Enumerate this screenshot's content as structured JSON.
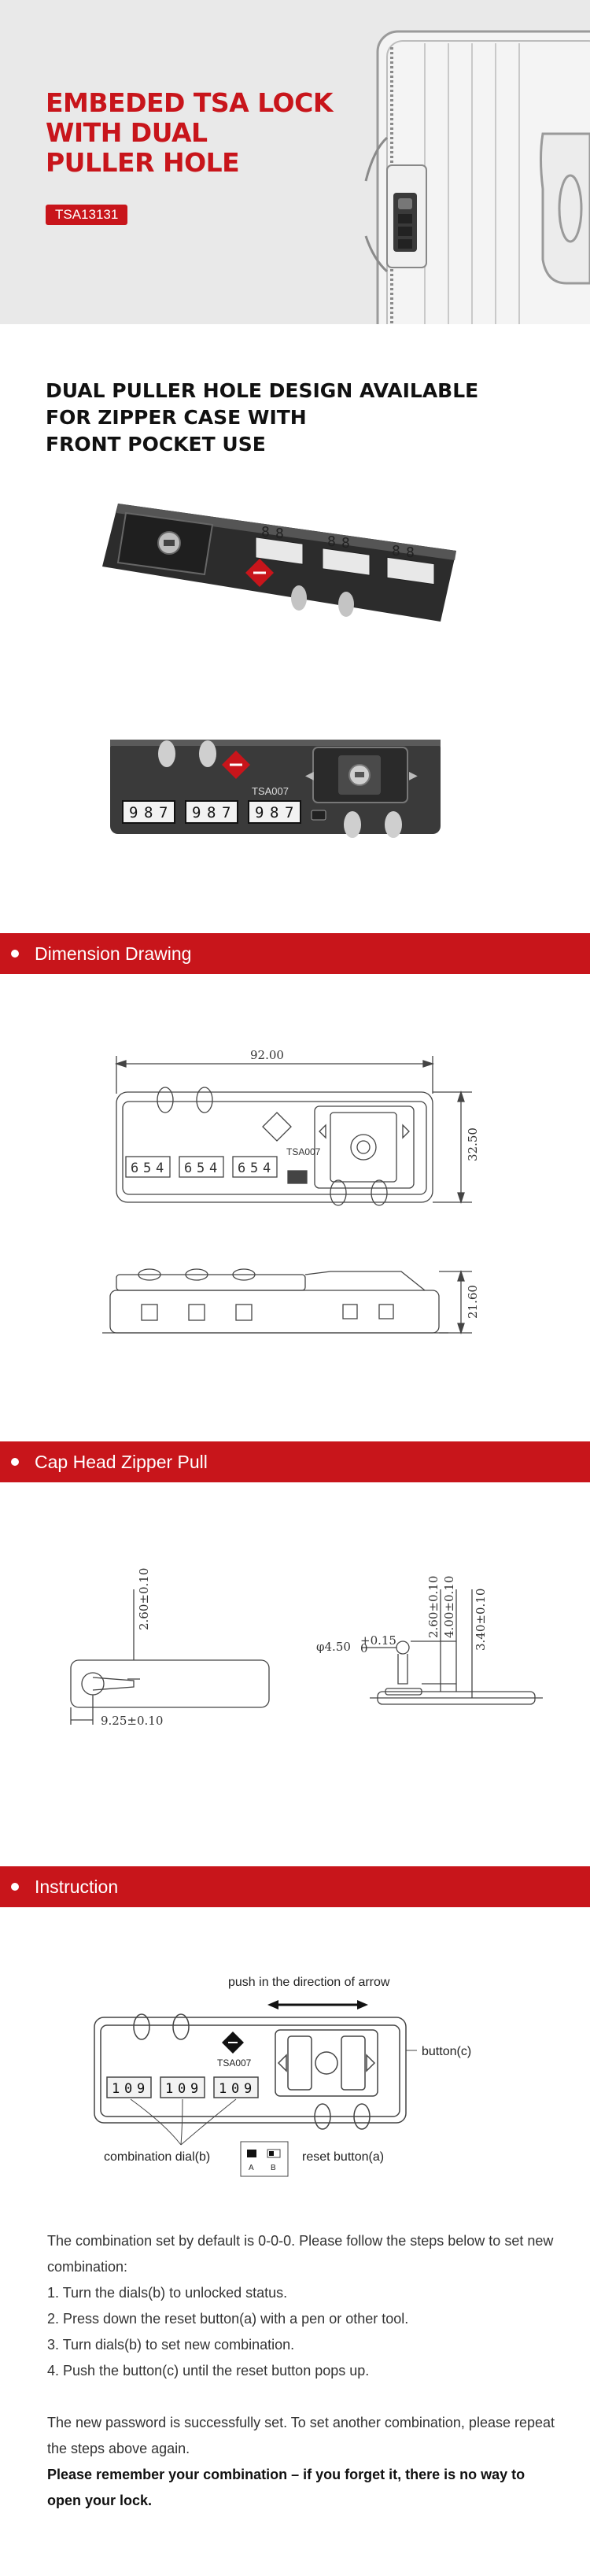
{
  "hero": {
    "title_lines": [
      "EMBEDED TSA LOCK",
      "WITH DUAL",
      "PULLER HOLE"
    ],
    "model": "TSA13131"
  },
  "feature": {
    "title_lines": [
      "DUAL PULLER HOLE DESIGN AVAILABLE",
      "FOR ZIPPER CASE WITH",
      "FRONT POCKET USE"
    ],
    "lock_top_digits": [
      "8",
      "8",
      "8",
      "8",
      "8",
      "8"
    ],
    "lock_front_digits": [
      "9",
      "8",
      "7",
      "9",
      "8",
      "7",
      "9",
      "8",
      "7"
    ],
    "tsa_code": "TSA007"
  },
  "sections": {
    "dimension": "Dimension Drawing",
    "zipper": "Cap Head Zipper Pull",
    "instruction": "Instruction"
  },
  "dimension": {
    "width": "92.00",
    "height": "32.50",
    "depth": "21.60",
    "dial_digits": [
      "6",
      "5",
      "4",
      "6",
      "5",
      "4",
      "6",
      "5",
      "4"
    ],
    "tsa_code": "TSA007"
  },
  "zipper": {
    "d1": "2.60±0.10",
    "d2": "9.25±0.10",
    "d3": "φ4.50",
    "d3_tol": "+0.15",
    "d3_tol2": "0",
    "d4": "2.60±0.10",
    "d5": "4.00±0.10",
    "d6": "3.40±0.10"
  },
  "instruction": {
    "push_label": "push in the direction of arrow",
    "button_c": "button(c)",
    "dial_b": "combination dial(b)",
    "reset_a": "reset button(a)",
    "tsa_code": "TSA007",
    "dial_digits": [
      "1",
      "0",
      "9",
      "1",
      "0",
      "9",
      "1",
      "0",
      "9"
    ],
    "switch_a": "A",
    "switch_b": "B",
    "paragraphs": [
      "The combination set by default is 0-0-0. Please follow the steps below to set new combination:",
      "1. Turn the dials(b) to unlocked status.",
      "2. Press down the reset button(a) with a pen or other tool.",
      "3. Turn dials(b) to set new combination.",
      "4. Push the button(c) until the reset button pops up."
    ],
    "closing": "The new password is successfully set. To set another combination, please repeat the steps above again.",
    "warning": "Please remember your combination – if you forget it, there is no way to open your lock."
  },
  "colors": {
    "accent": "#c8151b",
    "hero_bg": "#e9e9e9",
    "lock_body": "#3a3a3a"
  }
}
